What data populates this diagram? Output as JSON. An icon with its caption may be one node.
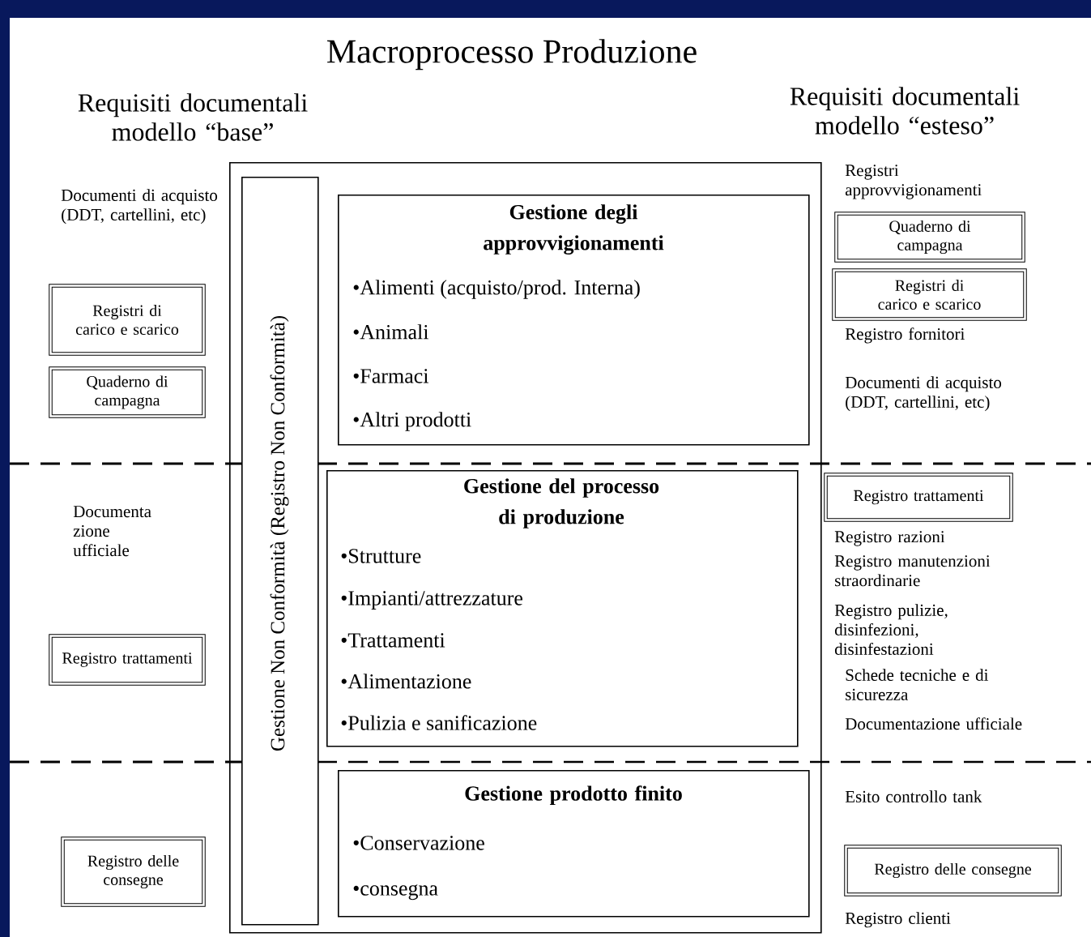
{
  "diagram": {
    "title": "Macroprocesso Produzione",
    "nodes": [
      {
        "text": [],
        "shape": "box"
      },
      {
        "text": [
          "Gestione Non Conformità (Registro Non Conformità)"
        ],
        "in": 0
      },
      {
        "text": [
          "Gestione degli approvvigionamenti",
          "•Alimenti (acquisto/prod. Interna)",
          "•Animali",
          "•Farmaci",
          "•Altri prodotti"
        ],
        "in": 0
      },
      {
        "text": [
          "Gestione del processo di produzione",
          "•Strutture",
          "•Impianti/attrezzature",
          "•Trattamenti",
          "•Alimentazione",
          "•Pulizia e sanificazione"
        ],
        "in": 0
      },
      {
        "text": [
          "Gestione prodotto finito",
          "•Conservazione",
          "•consegna"
        ],
        "in": 0
      },
      {
        "text": [
          "Registri di carico e scarico"
        ]
      },
      {
        "text": [
          "Quaderno di campagna"
        ]
      },
      {
        "text": [
          "Registro trattamenti"
        ]
      },
      {
        "text": [
          "Registro delle consegne"
        ]
      },
      {
        "text": [
          "Quaderno di campagna"
        ]
      },
      {
        "text": [
          "Registri di carico e scarico"
        ]
      },
      {
        "text": [
          "Registro trattamenti"
        ]
      },
      {
        "text": [
          "Registro delle consegne"
        ]
      }
    ],
    "labels": [
      "Requisiti documentali modello “base”",
      "Requisiti documentali modello “esteso”",
      "Documenti di acquisto (DDT, cartellini, etc)",
      "Registri approvvigionamenti",
      "Registro fornitori",
      "Documenti di acquisto (DDT, cartellini, etc)",
      "Documenta zione ufficiale",
      "Registro razioni",
      "Registro manutenzioni straordinarie",
      "Registro pulizie, disinfezioni, disinfestazioni",
      "Schede tecniche e di sicurezza",
      "Documentazione ufficiale",
      "Esito controllo tank",
      "Registro clienti"
    ]
  }
}
